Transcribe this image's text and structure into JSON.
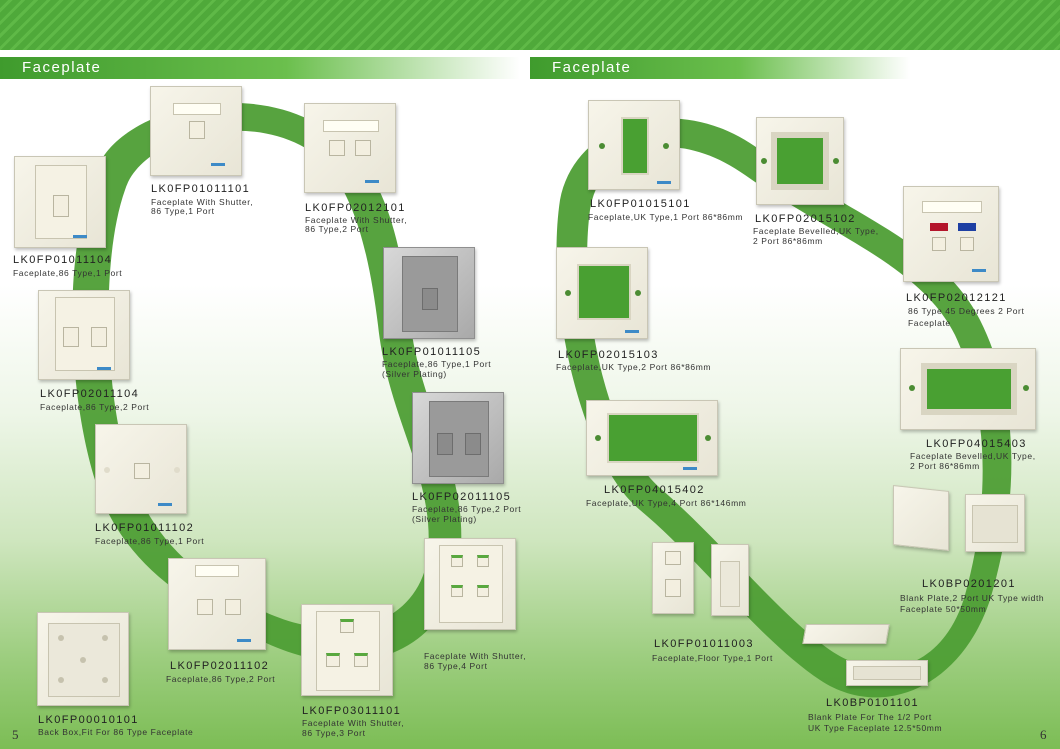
{
  "left_header": "Faceplate",
  "right_header": "Faceplate",
  "page_left": "5",
  "page_right": "6",
  "colors": {
    "brand_green": "#4fa93a",
    "swoosh": "#4e9e35"
  },
  "products": [
    {
      "code": "LK0FP01011101",
      "desc": [
        "Faceplate With Shutter,",
        "86 Type,1 Port"
      ]
    },
    {
      "code": "LK0FP02012101",
      "desc": [
        "Faceplate With Shutter,",
        "86 Type,2 Port"
      ]
    },
    {
      "code": "LK0FP01011104",
      "desc": [
        "Faceplate,86 Type,1 Port"
      ]
    },
    {
      "code": "LK0FP02011104",
      "desc": [
        "Faceplate,86 Type,2 Port"
      ]
    },
    {
      "code": "LK0FP01011105",
      "desc": [
        "Faceplate,86 Type,1 Port",
        "(Silver Plating)"
      ]
    },
    {
      "code": "LK0FP02011105",
      "desc": [
        "Faceplate,86 Type,2 Port",
        "(Silver Plating)"
      ]
    },
    {
      "code": "LK0FP01011102",
      "desc": [
        "Faceplate,86 Type,1 Port"
      ]
    },
    {
      "code": "LK0FP02011102",
      "desc": [
        "Faceplate,86 Type,2 Port"
      ]
    },
    {
      "code": "",
      "desc": [
        "Faceplate With Shutter,",
        "86 Type,4 Port"
      ]
    },
    {
      "code": "LK0FP00010101",
      "desc": [
        "Back Box,Fit For 86 Type Faceplate"
      ]
    },
    {
      "code": "LK0FP03011101",
      "desc": [
        "Faceplate With Shutter,",
        "86 Type,3 Port"
      ]
    },
    {
      "code": "LK0FP01015101",
      "desc": [
        "Faceplate,UK Type,1 Port 86*86mm"
      ]
    },
    {
      "code": "LK0FP02015102",
      "desc": [
        "Faceplate Bevelled,UK Type,",
        "2 Port 86*86mm"
      ]
    },
    {
      "code": "LK0FP02012121",
      "desc": [
        "86 Type 45 Degrees 2 Port",
        "Faceplate"
      ]
    },
    {
      "code": "LK0FP02015103",
      "desc": [
        "Faceplate,UK Type,2 Port 86*86mm"
      ]
    },
    {
      "code": "LK0FP04015403",
      "desc": [
        "Faceplate Bevelled,UK Type,",
        "2 Port 86*86mm"
      ]
    },
    {
      "code": "LK0FP04015402",
      "desc": [
        "Faceplate,UK Type,4 Port 86*146mm"
      ]
    },
    {
      "code": "LK0BP0201201",
      "desc": [
        "Blank Plate,2 Port UK Type width",
        "Faceplate 50*50mm"
      ]
    },
    {
      "code": "LK0FP01011003",
      "desc": [
        "Faceplate,Floor Type,1 Port"
      ]
    },
    {
      "code": "LK0BP0101101",
      "desc": [
        "Blank Plate For The 1/2 Port",
        "UK Type Faceplate 12.5*50mm"
      ]
    }
  ]
}
